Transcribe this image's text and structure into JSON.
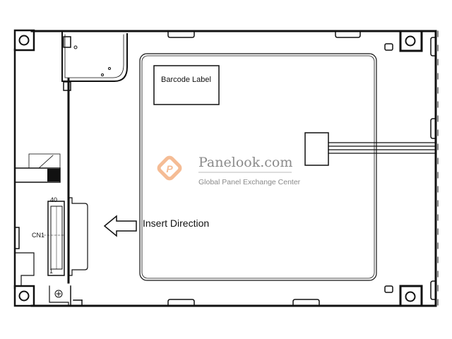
{
  "labels": {
    "barcode": "Barcode Label",
    "insert_direction": "Insert Direction",
    "connector": "CN1",
    "pin_top": "40",
    "pin_bottom": "1"
  },
  "watermark": {
    "brand": "Panelook.com",
    "tagline": "Global Panel Exchange Center",
    "logo_letter": "P",
    "color": "#f4b183"
  },
  "colors": {
    "line": "#111111",
    "background": "#ffffff"
  }
}
